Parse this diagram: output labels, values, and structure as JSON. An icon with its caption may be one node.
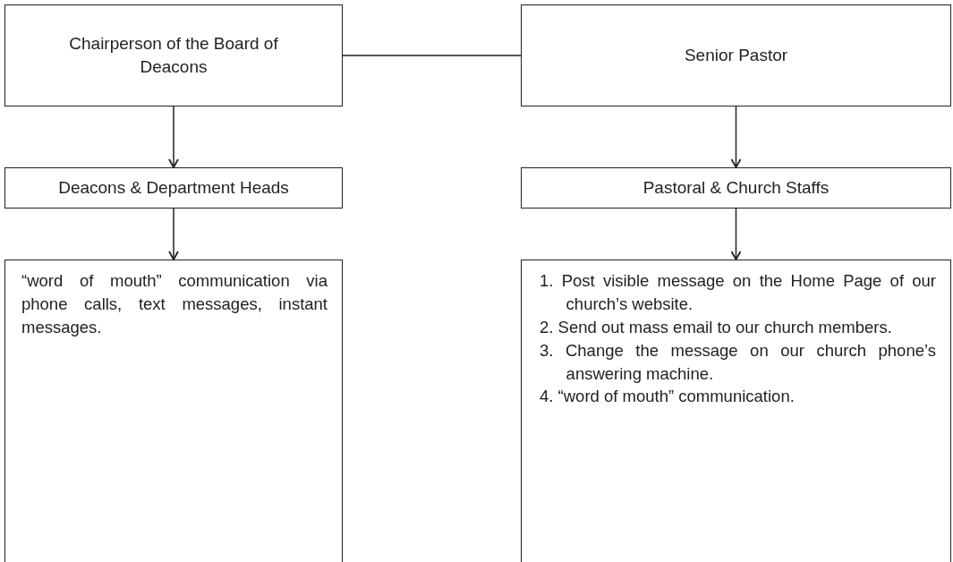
{
  "diagram": {
    "nodes": [
      {
        "text": [
          "Chairperson of the Board of Deacons"
        ]
      },
      {
        "text": [
          "Senior Pastor"
        ]
      },
      {
        "text": [
          "Deacons & Department Heads"
        ]
      },
      {
        "text": [
          "Pastoral & Church Staffs"
        ]
      },
      {
        "text": [
          "“word of mouth” communication via phone calls, text messages, instant messages."
        ]
      },
      {
        "text": [
          "1. Post visible message on the Home Page of our church’s website.",
          "2. Send out mass email to our church members.",
          "3. Change the message on our church phone’s answering machine.",
          "4. “word of mouth” communication."
        ]
      }
    ],
    "edges": [
      {
        "from": 0,
        "to": 1,
        "arrow": "none"
      },
      {
        "from": 0,
        "to": 2,
        "arrow": "to"
      },
      {
        "from": 1,
        "to": 3,
        "arrow": "to"
      },
      {
        "from": 2,
        "to": 4,
        "arrow": "to"
      },
      {
        "from": 3,
        "to": 5,
        "arrow": "to"
      }
    ]
  }
}
